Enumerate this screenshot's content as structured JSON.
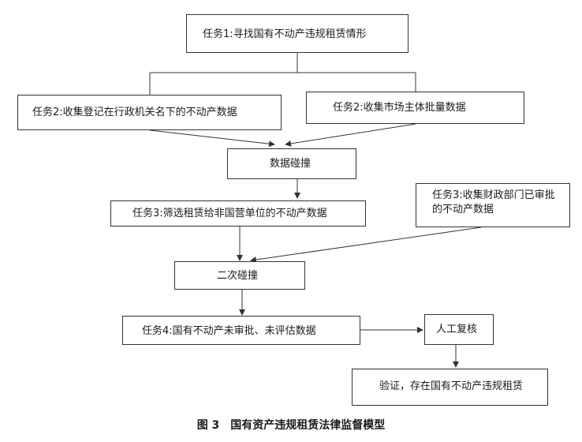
{
  "diagram": {
    "task1": "任务1:寻找国有不动产违规租赁情形",
    "task2a": "任务2:收集登记在行政机关名下的不动产数据",
    "task2b": "任务2:收集市场主体批量数据",
    "collision1": "数据碰撞",
    "task3a": "任务3:筛选租赁给非国营单位的不动产数据",
    "task3b": "任务3:收集财政部门已审批的不动产数据",
    "collision2": "二次碰撞",
    "task4": "任务4:国有不动产未审批、未评估数据",
    "manual_review": "人工复核",
    "verification": "验证，存在国有不动产违规租赁"
  },
  "caption": "图 3　国有资产违规租赁法律监督模型"
}
